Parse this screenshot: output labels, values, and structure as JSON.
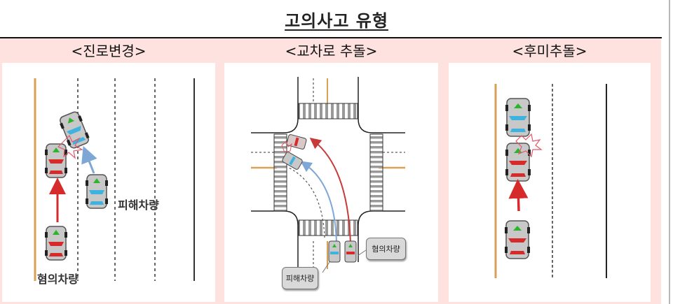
{
  "title": "고의사고 유형",
  "colors": {
    "band": "#fde2df",
    "suspect_vehicle": "#d62b2b",
    "victim_vehicle": "#3fb3e0",
    "victim_path": "#7fa7d6",
    "suspect_path": "#d03030",
    "center_line": "#d9a05a"
  },
  "panels": [
    {
      "header": "<진로변경>",
      "labels": {
        "victim": "피해차량",
        "suspect": "혐의차량"
      }
    },
    {
      "header": "<교차로 추돌>",
      "labels": {
        "victim": "피해차량",
        "suspect": "혐의차량"
      }
    },
    {
      "header": "<후미추돌>"
    }
  ]
}
